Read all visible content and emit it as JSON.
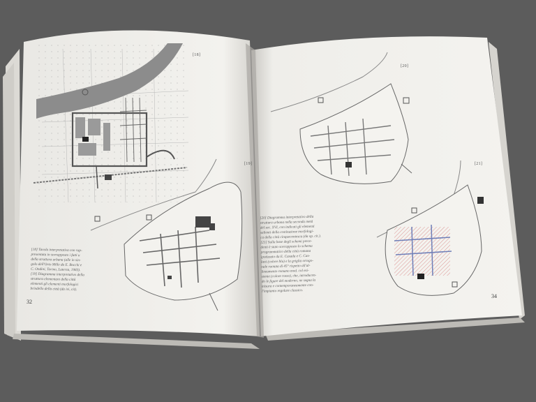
{
  "left_page": {
    "page_number": "32",
    "figure_label": "[18]",
    "side_mark": "[19]",
    "caption_text": "[18] Tavola interpretativa con rap-\npresentata in sovrapposto i fatti u\ndella struttura urbana (alle in sin-\ngolo dell'Orto Mille da E. Bocchi e\nC. Ondini, Torino, Laterza, 1983).\n[19] Diagramma interpretativo della\nstruttura elementare della città\nelementi gli elementi morfologici\nbrindello della città (da ivi, cit)."
  },
  "right_page": {
    "page_number": "34",
    "figure_label_top": "[20]",
    "figure_label_bottom": "[21]",
    "caption_text": "[20] Diagramma interpretativo della\nstruttura urbana nella seconda metà\ndel sec. XVI, con indicati gli elementi\nsalienti della costituzione morfologi-\nca della città cinquecentesca (da op. cit.).\n[21] Sulla base degli schemi prece-\ndenti è stato sovrapposto lo schema\nprogrammatico della città romana\nipotizzato da E. Casada e C. Cas-\nlani (colore blu) e la griglia ortogo-\nnale ruotata di 45° rispetto all'al-\nlineamento romano mod. col esi-\nstente (colore rosso), che, introducen-\ndo le figure del moderno, ne segna la\nmisura e contemporaneamente con-\nl'impianto regolare classico."
  },
  "colors": {
    "background": "#5a5a5a",
    "paper": "#f1f0ec",
    "ink": "#6a6a6a",
    "river": "#8c8c8c",
    "overlay_red": "#d98a8a",
    "overlay_blue": "#6f7fb8"
  }
}
